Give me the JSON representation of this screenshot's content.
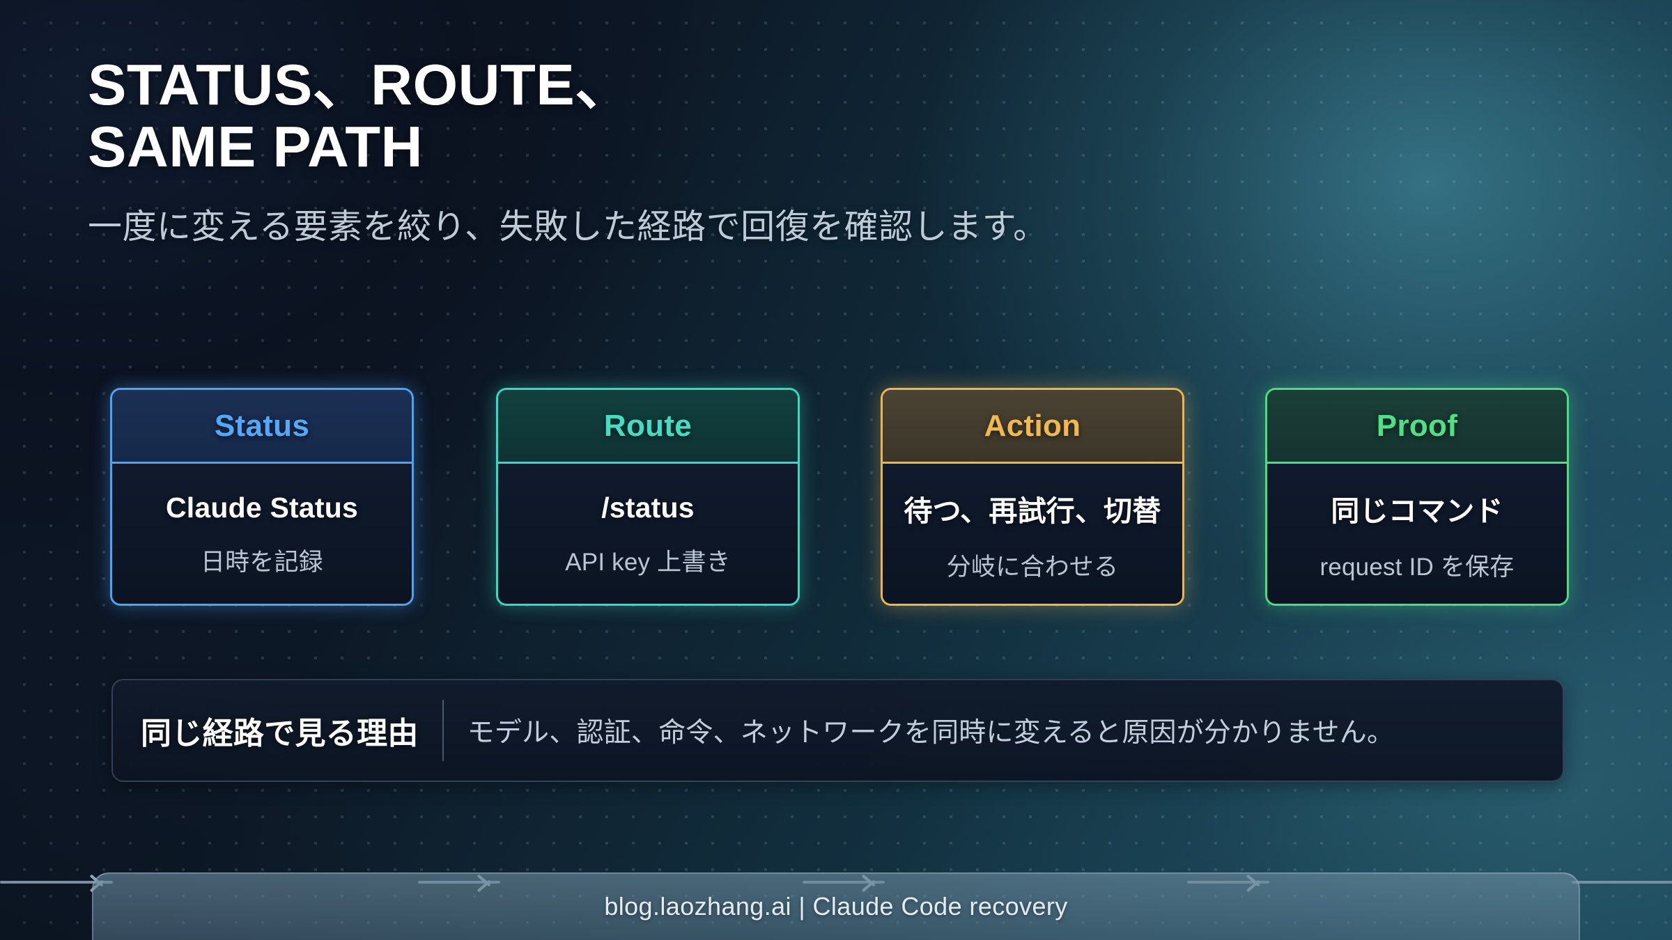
{
  "header": {
    "title": "STATUS、ROUTE、\nSAME PATH",
    "subtitle": "一度に変える要素を絞り、失敗した経路で回復を確認します。"
  },
  "flow": {
    "cards": [
      {
        "key": "status",
        "header": "Status",
        "main": "Claude Status",
        "sub": "日時を記録",
        "accent": "#4ea3f5"
      },
      {
        "key": "route",
        "header": "Route",
        "main": "/status",
        "sub": "API key 上書き",
        "accent": "#39d9c0"
      },
      {
        "key": "action",
        "header": "Action",
        "main": "待つ、再試行、切替",
        "sub": "分岐に合わせる",
        "accent": "#eeb44f"
      },
      {
        "key": "proof",
        "header": "Proof",
        "main": "同じコマンド",
        "sub": "request ID を保存",
        "accent": "#4ade80"
      }
    ],
    "connector_icon": "arrow-right-icon"
  },
  "note": {
    "label": "同じ経路で見る理由",
    "text": "モデル、認証、命令、ネットワークを同時に変えると原因が分かりません。"
  },
  "footer": {
    "text": "blog.laozhang.ai | Claude Code recovery"
  },
  "colors": {
    "background_dark": "#0c1322",
    "background_teal": "#24617a",
    "title": "#ffffff",
    "subtitle": "#bdcbd8",
    "card_body": "#101a2c",
    "note_border": "#82a3bc",
    "footer_bar": "#6d8da0"
  }
}
